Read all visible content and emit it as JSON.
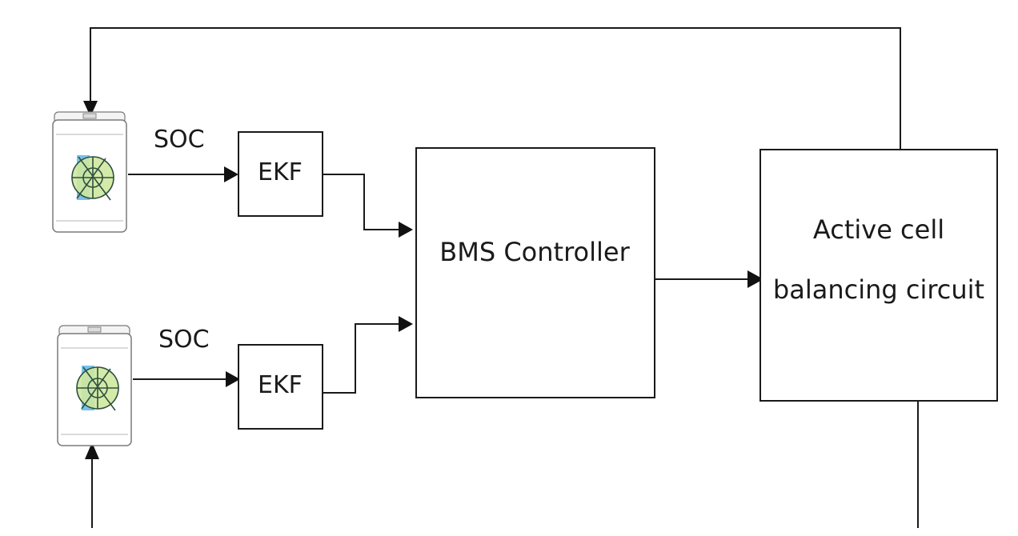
{
  "labels": {
    "soc_top": "SOC",
    "soc_bottom": "SOC",
    "ekf_top": "EKF",
    "ekf_bottom": "EKF",
    "bms": "BMS Controller",
    "balancing_line1": "Active cell",
    "balancing_line2": "balancing circuit"
  },
  "colors": {
    "line": "#1a1a1a",
    "symbol_blue": "#5fb6e6",
    "symbol_green": "#cfe8a0"
  },
  "icons": {
    "battery_cell": "battery-cell-icon"
  }
}
